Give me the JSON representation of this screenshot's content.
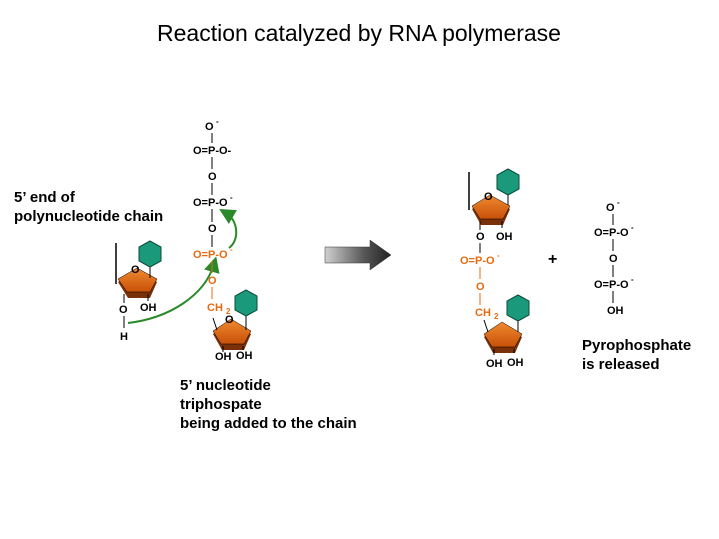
{
  "title": "Reaction catalyzed by RNA polymerase",
  "labels": {
    "chain_end": [
      "5’ end of",
      "polynucleotide chain"
    ],
    "nucleotide": [
      "5’ nucleotide",
      "triphospate",
      "being added to the chain"
    ],
    "pyrophosphate": [
      "Pyrophosphate",
      "is released"
    ],
    "plus": "+"
  },
  "chem": {
    "o_minus": "O",
    "minus": "-",
    "o": "O",
    "o_p_o": "O=P-O",
    "o_p_o_dash": "O=P-O-",
    "oh": "OH",
    "h": "H",
    "ch": "CH",
    "ch_sub": "2"
  },
  "colors": {
    "sugar_top": "#e06a10",
    "sugar_side": "#7a3008",
    "base": "#1a9a7a",
    "orange_text": "#e86a10",
    "arrow_green": "#2a8a2a"
  }
}
